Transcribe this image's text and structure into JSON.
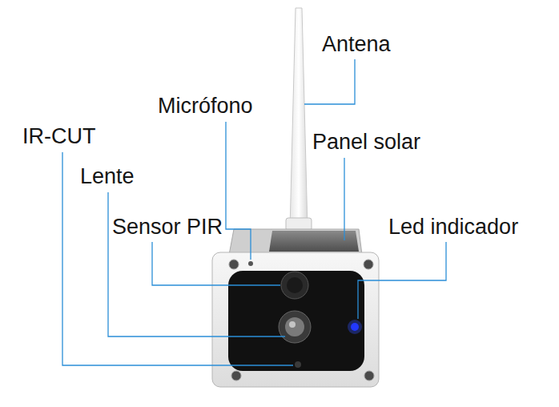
{
  "diagram": {
    "labels": [
      "Antena",
      "Micrófono",
      "IR-CUT",
      "Panel solar",
      "Lente",
      "Sensor PIR",
      "Led indicador"
    ]
  }
}
